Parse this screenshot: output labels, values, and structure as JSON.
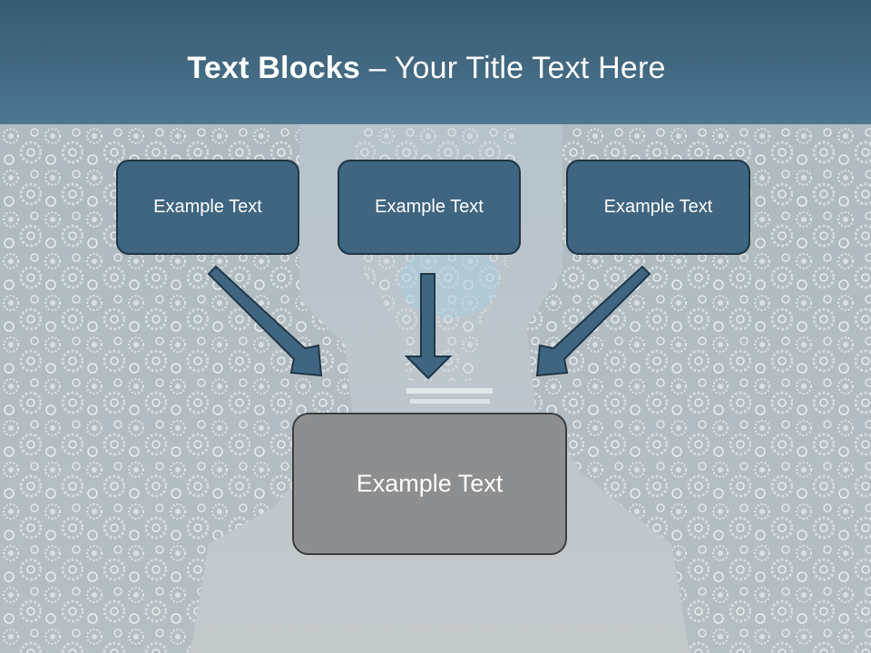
{
  "slide": {
    "title_bold": "Text Blocks",
    "title_dash": " – ",
    "title_rest": "Your Title Text Here",
    "blocks": [
      {
        "label": "Example Text"
      },
      {
        "label": "Example Text"
      },
      {
        "label": "Example Text"
      }
    ],
    "center_block": {
      "label": "Example Text"
    }
  },
  "colors": {
    "header": "#41667f",
    "block_fill": "#3f6580",
    "block_border": "#1f3546",
    "center_fill": "#8d8e8f",
    "arrow": "#3f6580",
    "background": "#c4c9cc"
  }
}
